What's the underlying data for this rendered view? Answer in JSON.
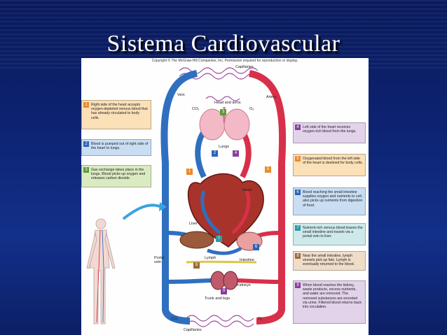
{
  "slide": {
    "title": "Sistema Cardiovascular"
  },
  "figure": {
    "copyright": "Copyright © The McGraw-Hill Companies, Inc. Permission required for reproduction or display.",
    "labels": {
      "capillaries_top": "Capillaries",
      "capillaries_bottom": "Capillaries",
      "vein": "Vein",
      "artery": "Artery",
      "head_arms": "Head and arms",
      "co2_top": "CO₂",
      "o2_top": "O₂",
      "lungs": "Lungs",
      "heart": "Heart",
      "liver": "Liver",
      "lymph": "Lymph",
      "intestine": "Intestine",
      "portal_vein": "Portal vein",
      "kidneys": "Kidneys",
      "trunk_legs": "Trunk and legs",
      "co2_bottom": "CO₂",
      "o2_bottom": "O₂"
    },
    "steps": [
      {
        "n": "1",
        "text": "Right side of the heart accepts oxygen-depleted venous blood that has already circulated to body cells."
      },
      {
        "n": "2",
        "text": "Blood is pumped out of right side of the heart to lungs."
      },
      {
        "n": "3",
        "text": "Gas exchange takes place in the lungs. Blood picks up oxygen and releases carbon dioxide."
      },
      {
        "n": "4",
        "text": "Left side of the heart receives oxygen-rich blood from the lungs."
      },
      {
        "n": "5",
        "text": "Oxygenated blood from the left side of the heart is destined for body cells."
      },
      {
        "n": "6",
        "text": "Blood reaching the small intestine supplies oxygen and nutrients to cell; also picks up nutrients from digestion of food."
      },
      {
        "n": "7",
        "text": "Nutrient-rich venous blood leaves the small intestine and travels via a portal vein to liver."
      },
      {
        "n": "8",
        "text": "Near the small intestine, lymph vessels pick up fats. Lymph is eventually returned to the blood."
      },
      {
        "n": "9",
        "text": "When blood reaches the kidney, waste products, excess nutrients, and water are removed. The removed substances are excreted via urine. Filtered blood returns back into circulation."
      }
    ],
    "colors": {
      "oxygenated": "#d8304a",
      "deoxygenated": "#2f6fbf",
      "lymph": "#d9c84a"
    }
  }
}
